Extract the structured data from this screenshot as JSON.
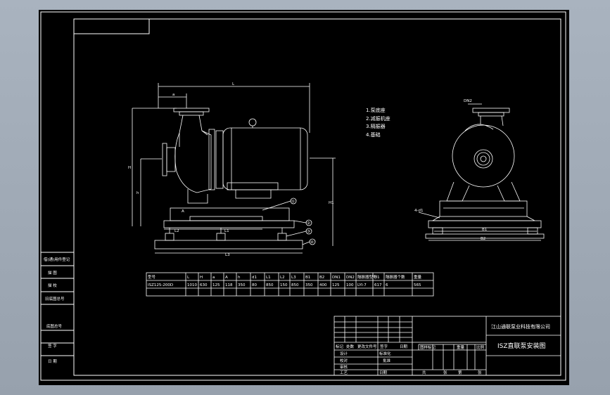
{
  "drawing": {
    "title": "ISZ直联泵安装图",
    "company": "江山通联泵业科技有限公司"
  },
  "legend_items": [
    "1.泵底座",
    "2.减振机座",
    "3.隔振器",
    "4.基础"
  ],
  "dims": {
    "L": "L",
    "H": "H",
    "a": "a",
    "h": "h",
    "H1": "H1",
    "A": "A",
    "L1": "L1",
    "L2": "L2",
    "L3": "L3",
    "B1": "B1",
    "B2": "B2",
    "DN2": "DN2",
    "bolt": "4-d1",
    "c1": "①",
    "c2": "②",
    "c3": "③",
    "c4": "④"
  },
  "spec_table": {
    "headers": [
      "型号",
      "L",
      "H",
      "a",
      "A",
      "h",
      "d1",
      "L1",
      "L2",
      "L3",
      "B1",
      "B2",
      "DN1",
      "DN2",
      "隔振器型号",
      "H1",
      "隔振器个数",
      "重量"
    ],
    "row": [
      "ISZ125-200D",
      "1010",
      "630",
      "125",
      "118",
      "350",
      "80",
      "850",
      "150",
      "850",
      "350",
      "400",
      "125",
      "100",
      "LYI-7",
      "617",
      "6",
      "565"
    ]
  },
  "left_strip": [
    "借(通)用件登记",
    "描 图",
    "描 校",
    "旧底图总号",
    "底图总号",
    "签 字",
    "日 期"
  ],
  "title_block": {
    "rev_headers": [
      "标记",
      "处数",
      "更改文件号",
      "签字",
      "日期"
    ],
    "roles": [
      "设计",
      "校对",
      "审核",
      "工艺"
    ],
    "roles2": [
      "标准化",
      "批准",
      "日期"
    ],
    "stage": [
      "图样标记",
      "重量",
      "比例"
    ],
    "sheet_row": [
      "共",
      "张",
      "第",
      "张"
    ]
  },
  "colors": {
    "line": "#ffffff",
    "paper": "#000000",
    "frame": "#9aa4b0"
  }
}
